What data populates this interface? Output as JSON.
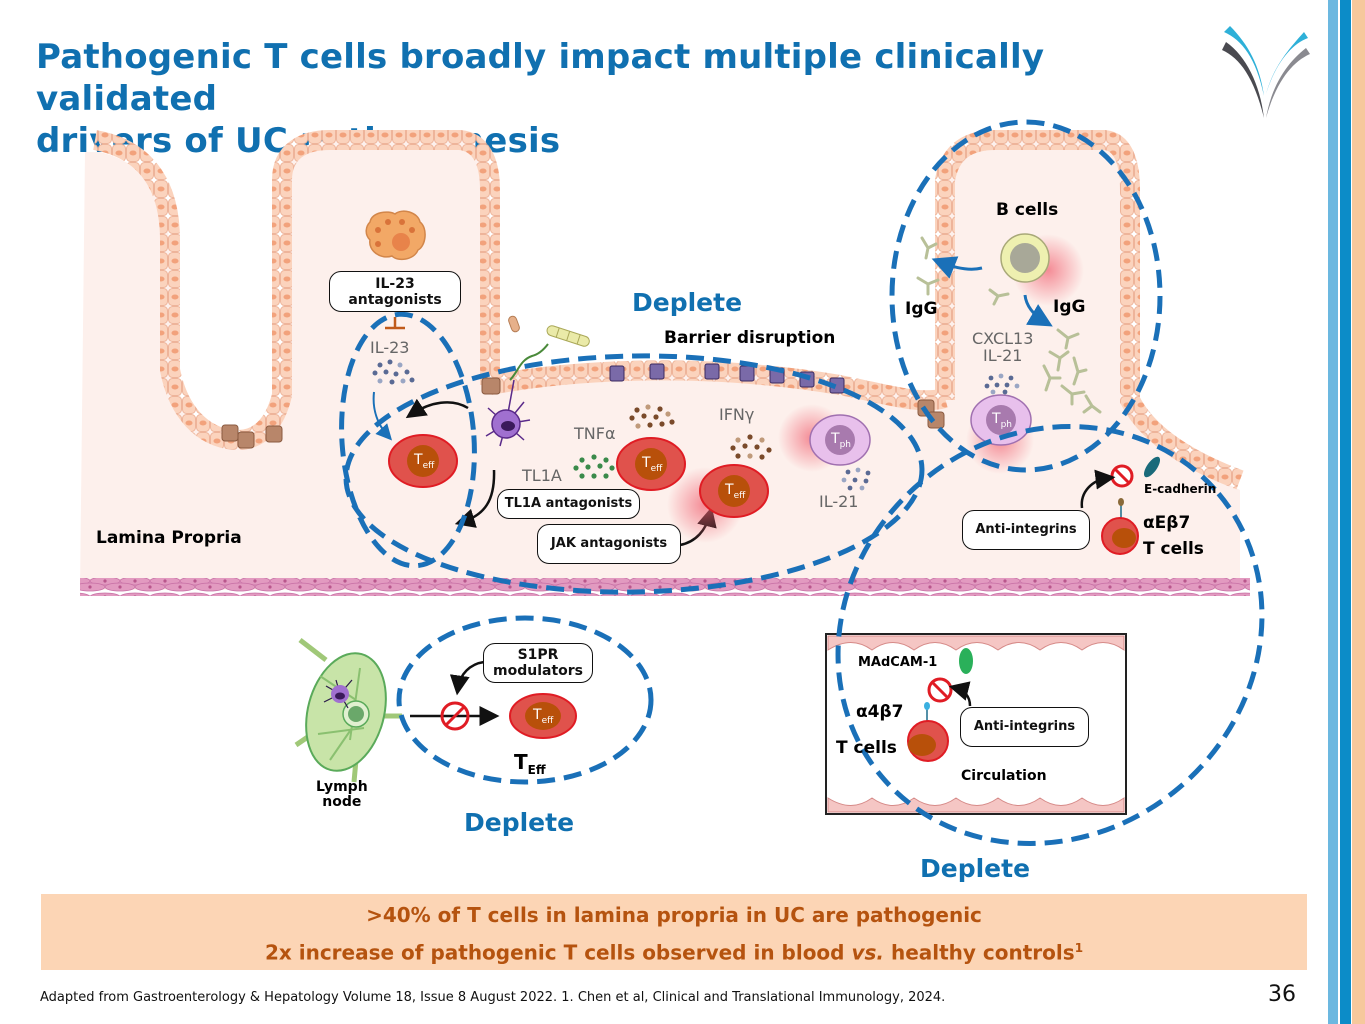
{
  "slide": {
    "title_line1": "Pathogenic T cells broadly impact multiple clinically validated",
    "title_line2": "drivers of UC pathogenesis",
    "page_number": "36",
    "logo_icon": "brand-v-logo-icon"
  },
  "colors": {
    "title_blue": "#1070b0",
    "dashed_blue": "#1a70b8",
    "banner_bg": "#fcd5b5",
    "banner_text": "#b5530f",
    "stripe_light_blue": "#6cb8e0",
    "stripe_blue": "#0c8cc8",
    "stripe_peach": "#f6c89c",
    "tissue_bg": "#fdf0ec",
    "teff_red": "#e0524c",
    "teff_core": "#b8500a",
    "tph_purple": "#d9a3dc"
  },
  "diagram": {
    "lamina_propria": "Lamina Propria",
    "il23_antagonists_line1": "IL-23",
    "il23_antagonists_line2": "antagonists",
    "il23": "IL-23",
    "deplete_top": "Deplete",
    "barrier_disruption": "Barrier disruption",
    "tnfa": "TNFα",
    "ifng": "IFNγ",
    "tl1a": "TL1A",
    "tl1a_antagonists": "TL1A antagonists",
    "jak_antagonists": "JAK antagonists",
    "il21_lp": "IL-21",
    "teff": "T",
    "teff_sub": "eff",
    "tph": "T",
    "tph_sub": "ph",
    "b_cells": "B cells",
    "igg_left": "IgG",
    "igg_right": "IgG",
    "cxcl13": "CXCL13",
    "il21_crypt": "IL-21",
    "e_cadherin": "E-cadherin",
    "anti_integrins_top": "Anti-integrins",
    "aeb7_line1": "αEβ7",
    "aeb7_line2": "T cells",
    "s1pr_line1": "S1PR",
    "s1pr_line2": "modulators",
    "teff_big": "T",
    "teff_big_sub": "Eff",
    "lymph_line1": "Lymph",
    "lymph_line2": "node",
    "deplete_left": "Deplete",
    "madcam": "MAdCAM-1",
    "a4b7_line1": "α4β7",
    "a4b7_line2": "T cells",
    "anti_integrins_bottom": "Anti-integrins",
    "circulation": "Circulation",
    "deplete_right": "Deplete"
  },
  "banner": {
    "line1": ">40% of T cells in lamina propria in UC are pathogenic",
    "line2_a": "2x increase of pathogenic T cells observed in blood ",
    "line2_vs": "vs.",
    "line2_b": " healthy controls",
    "line2_sup": "1"
  },
  "footer": {
    "citation": "Adapted from Gastroenterology & Hepatology Volume 18, Issue 8 August 2022. 1. Chen et al, Clinical and Translational Immunology, 2024."
  }
}
